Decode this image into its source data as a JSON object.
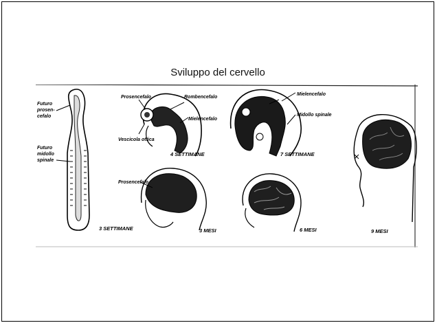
{
  "slide": {
    "title": "Sviluppo del cervello"
  },
  "figure": {
    "labels": {
      "futuro_prosencefalo_1": "Futuro",
      "futuro_prosencefalo_2": "prosen-",
      "futuro_prosencefalo_3": "cefalo",
      "futuro_midollo_1": "Futuro",
      "futuro_midollo_2": "midollo",
      "futuro_midollo_3": "spinale",
      "prosencefalo_top": "Prosencefalo",
      "rombencefalo": "Rombencefalo",
      "mielencefalo_4w": "Mielencefalo",
      "vescicola_ottica": "Vescicola ottica",
      "mielencefalo_7w": "Mielencefalo",
      "midollo_spinale": "Midollo spinale",
      "prosencefalo_bottom": "Prosencefalo"
    },
    "stages": {
      "w3": "3 SETTIMANE",
      "w4": "4 SETTIMANE",
      "w7": "7 SETTIMANE",
      "m3": "3 MESI",
      "m6": "6 MESI",
      "m9": "9 MESI"
    }
  }
}
